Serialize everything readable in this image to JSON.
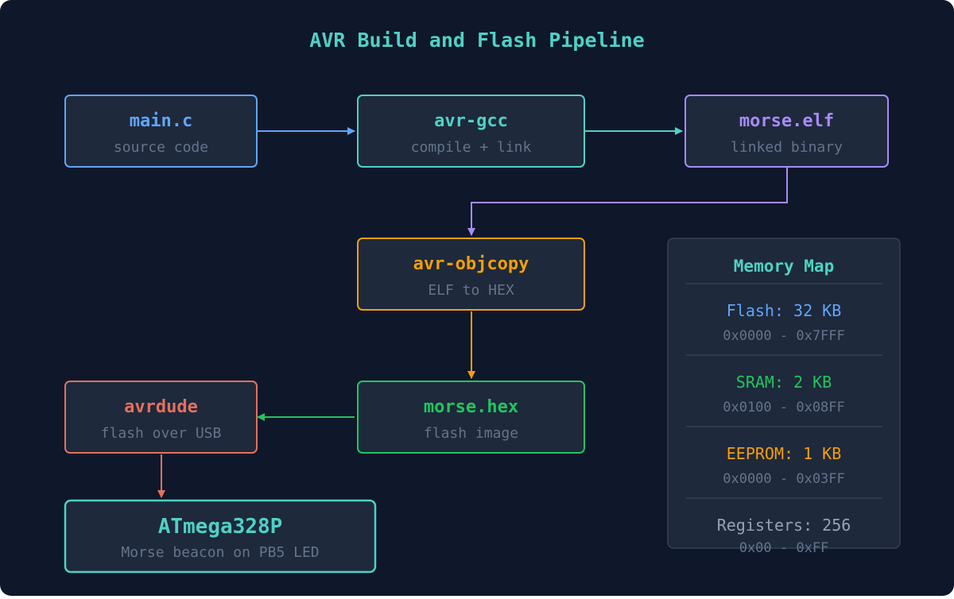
{
  "title": "AVR Build and Flash Pipeline",
  "colors": {
    "background": "#0f172a",
    "panel": "#1e293b",
    "subtext": "#64748b",
    "blue": "#60a5fa",
    "teal": "#4fd1c5",
    "purple": "#a78bfa",
    "orange": "#f59e0b",
    "green": "#22c55e",
    "red": "#e5705d",
    "gray": "#94a3b8"
  },
  "nodes": {
    "main_c": {
      "name": "main.c",
      "desc": "source code"
    },
    "avr_gcc": {
      "name": "avr-gcc",
      "desc": "compile + link"
    },
    "morse_elf": {
      "name": "morse.elf",
      "desc": "linked binary"
    },
    "avr_objcopy": {
      "name": "avr-objcopy",
      "desc": "ELF to HEX"
    },
    "morse_hex": {
      "name": "morse.hex",
      "desc": "flash image"
    },
    "avrdude": {
      "name": "avrdude",
      "desc": "flash over USB"
    },
    "atmega": {
      "name": "ATmega328P",
      "desc": "Morse beacon on PB5 LED"
    }
  },
  "memory_map": {
    "title": "Memory Map",
    "entries": [
      {
        "label": "Flash: 32 KB",
        "range": "0x0000 - 0x7FFF"
      },
      {
        "label": "SRAM: 2 KB",
        "range": "0x0100 - 0x08FF"
      },
      {
        "label": "EEPROM: 1 KB",
        "range": "0x0000 - 0x03FF"
      },
      {
        "label": "Registers: 256",
        "range": "0x00 - 0xFF"
      }
    ]
  }
}
